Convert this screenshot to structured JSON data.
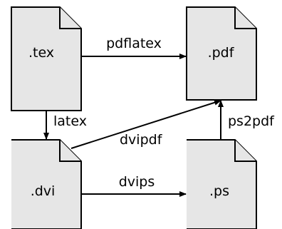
{
  "nodes": {
    "tex": ".tex",
    "pdf": ".pdf",
    "dvi": ".dvi",
    "ps": ".ps"
  },
  "edges": {
    "pdflatex": "pdflatex",
    "latex": "latex",
    "dvipdf": "dvipdf",
    "dvips": "dvips",
    "ps2pdf": "ps2pdf"
  },
  "colors": {
    "doc_fill": "#e6e6e6",
    "stroke": "#000000"
  }
}
